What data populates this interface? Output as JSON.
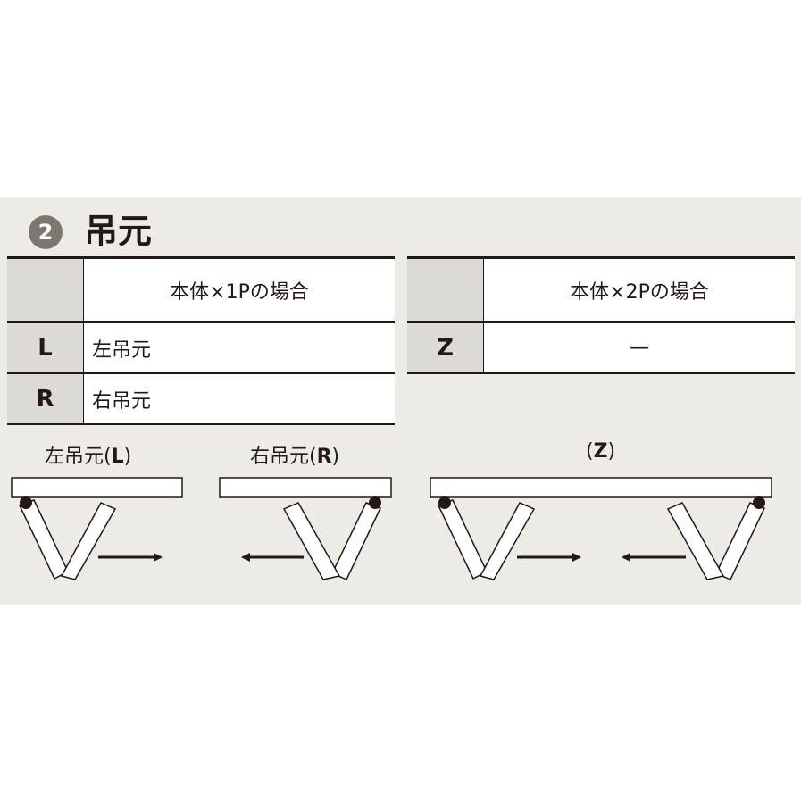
{
  "section": {
    "number": "2",
    "title": "吊元"
  },
  "table_1p": {
    "header": "本体×1Pの場合",
    "rows": [
      {
        "code": "L",
        "description": "左吊元"
      },
      {
        "code": "R",
        "description": "右吊元"
      }
    ]
  },
  "table_2p": {
    "header": "本体×2Pの場合",
    "rows": [
      {
        "code": "Z",
        "description": "—"
      }
    ]
  },
  "diagrams": [
    {
      "label_prefix": "左吊元(",
      "code": "L",
      "label_suffix": ")"
    },
    {
      "label_prefix": "右吊元(",
      "code": "R",
      "label_suffix": ")"
    },
    {
      "label_prefix": "(",
      "code": "Z",
      "label_suffix": ")"
    }
  ]
}
